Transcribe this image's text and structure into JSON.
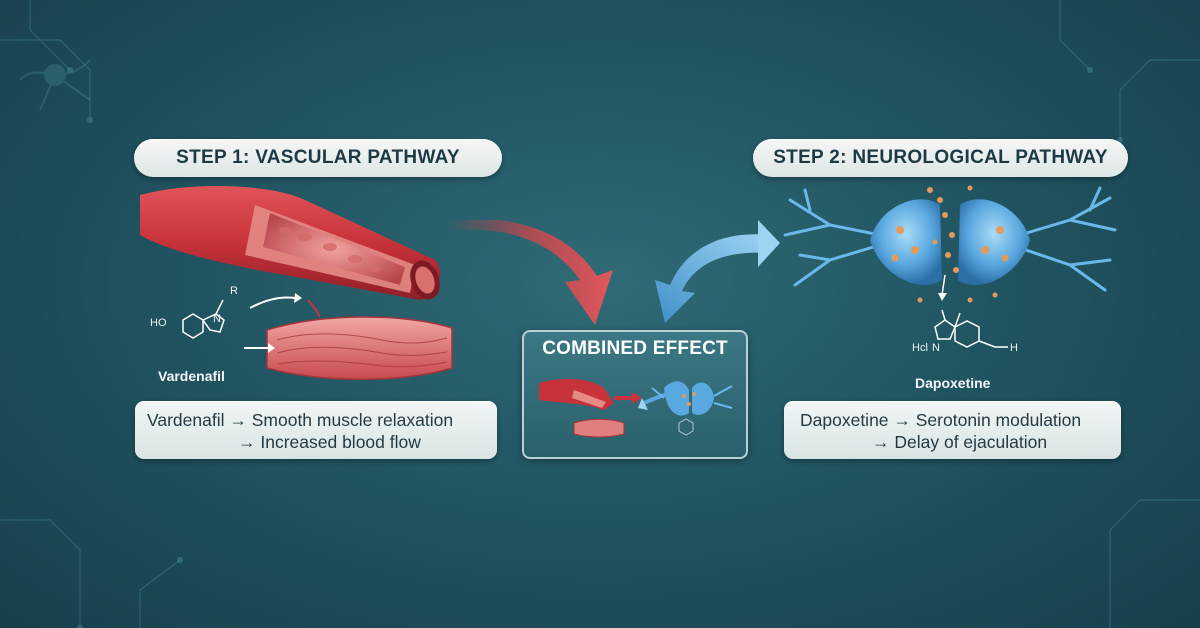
{
  "step1": {
    "title": "STEP 1: VASCULAR PATHWAY",
    "drug_name": "Vardenafil",
    "description": [
      "Vardenafil → Smooth muscle relaxation",
      "→ Increased blood flow"
    ],
    "chem_labels": {
      "ho": "HO",
      "r": "R",
      "n": "N"
    }
  },
  "step2": {
    "title": "STEP 2: NEUROLOGICAL PATHWAY",
    "drug_name": "Dapoxetine",
    "description": [
      "Dapoxetine → Serotonin modulation",
      "→ Delay of ejaculation"
    ],
    "chem_labels": {
      "hcl": "Hcl",
      "n": "N",
      "h": "H"
    }
  },
  "combined": {
    "title": "COMBINED EFFECT"
  },
  "colors": {
    "background": "#215562",
    "vessel_red": "#c8323a",
    "neuron_blue": "#5aa8e0",
    "pill_bg": "#eef3f3",
    "text_dark": "#1d3a44"
  },
  "icons": {
    "vessel": "blood-vessel-illustration",
    "muscle": "smooth-muscle-tissue-illustration",
    "neuron": "synapse-neuron-illustration"
  }
}
